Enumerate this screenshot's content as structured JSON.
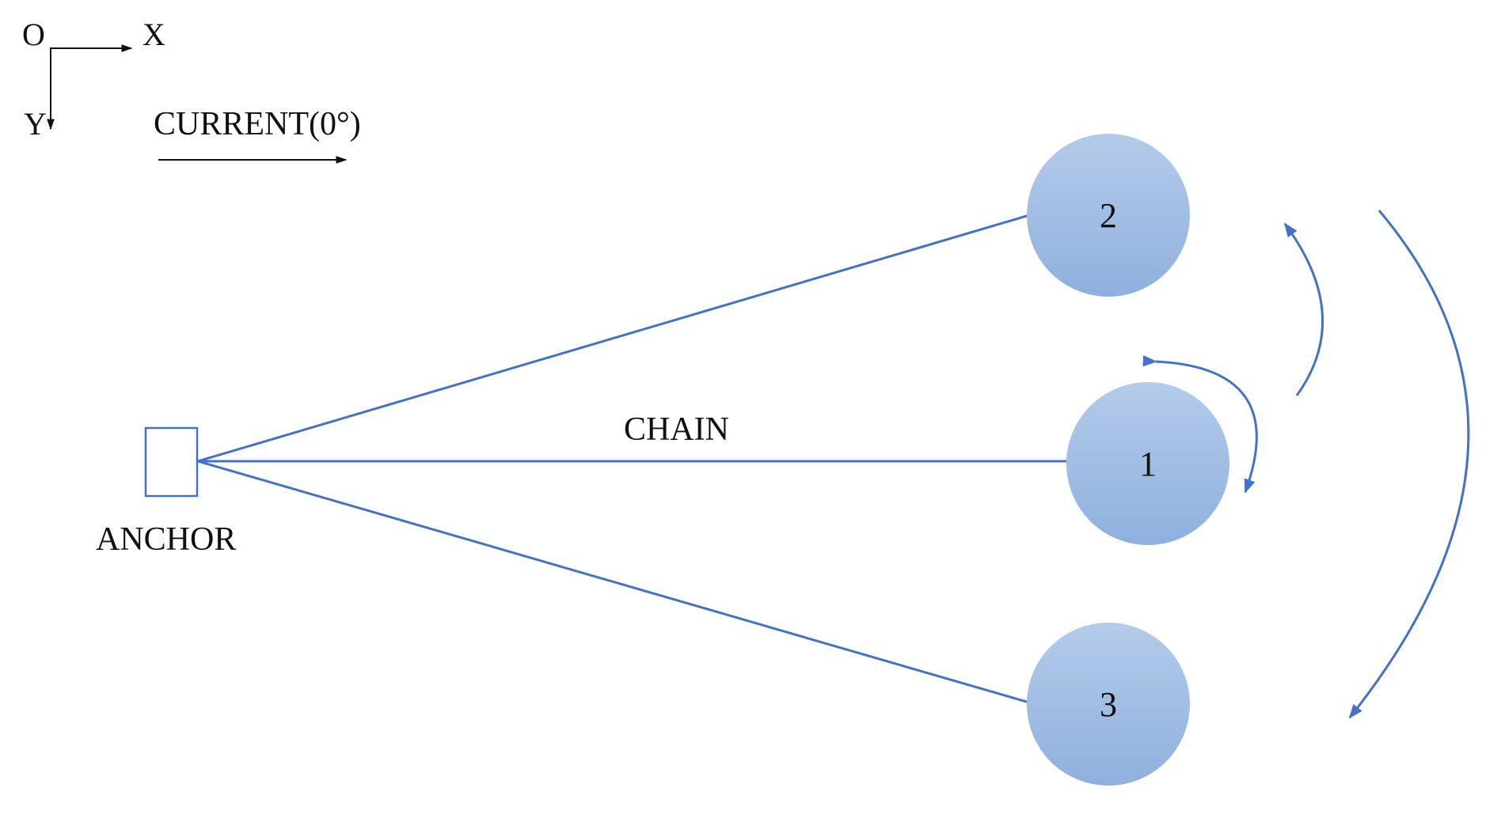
{
  "axes": {
    "origin_label": "O",
    "x_label": "X",
    "y_label": "Y"
  },
  "current": {
    "label": "CURRENT(0°)"
  },
  "anchor": {
    "label": "ANCHOR"
  },
  "chain": {
    "label": "CHAIN"
  },
  "buoys": [
    {
      "label": "1"
    },
    {
      "label": "2"
    },
    {
      "label": "3"
    }
  ],
  "colors": {
    "line": "#4472C4",
    "buoy_fill_top": "#B4CBEA",
    "buoy_fill_bottom": "#8FB0DE",
    "axis_line": "#111111",
    "text": "#111111"
  }
}
